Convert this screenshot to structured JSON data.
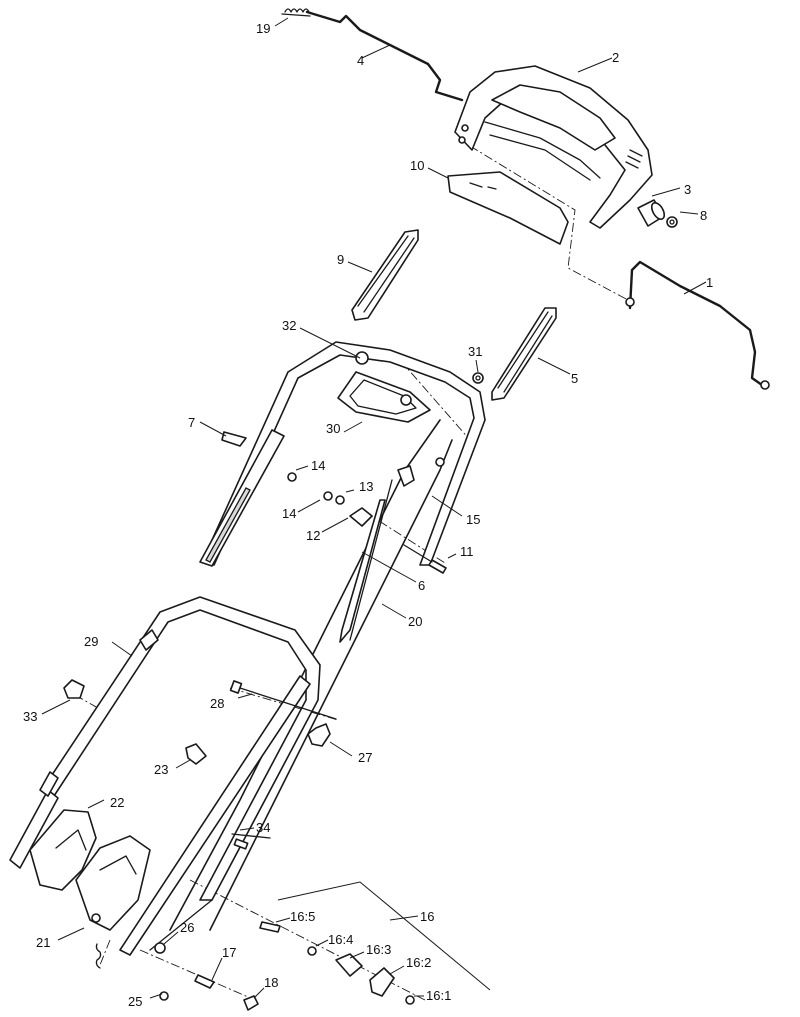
{
  "callouts": {
    "c1": "1",
    "c2": "2",
    "c3": "3",
    "c4": "4",
    "c5": "5",
    "c6": "6",
    "c7": "7",
    "c8": "8",
    "c9": "9",
    "c10": "10",
    "c11": "11",
    "c12": "12",
    "c13": "13",
    "c14a": "14",
    "c14b": "14",
    "c15": "15",
    "c16": "16",
    "c16_1": "16:1",
    "c16_2": "16:2",
    "c16_3": "16:3",
    "c16_4": "16:4",
    "c16_5": "16:5",
    "c17": "17",
    "c18": "18",
    "c19": "19",
    "c20": "20",
    "c21": "21",
    "c22": "22",
    "c23": "23",
    "c25": "25",
    "c26": "26",
    "c27": "27",
    "c28": "28",
    "c29": "29",
    "c30": "30",
    "c31": "31",
    "c32": "32",
    "c33": "33",
    "c34": "34"
  },
  "colors": {
    "line": "#1a1a1a",
    "background": "#ffffff",
    "shade": "#d9d9d9"
  }
}
